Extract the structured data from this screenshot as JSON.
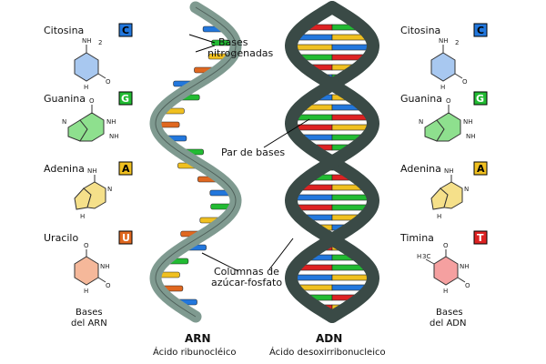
{
  "left_bases": [
    {
      "name": "Citosina",
      "letter": "C",
      "color": "#2277dd"
    },
    {
      "name": "Guanina",
      "letter": "G",
      "color": "#22bb33"
    },
    {
      "name": "Adenina",
      "letter": "A",
      "color": "#f0c020"
    },
    {
      "name": "Uracilo",
      "letter": "U",
      "color": "#e06820"
    }
  ],
  "right_bases": [
    {
      "name": "Citosina",
      "letter": "C",
      "color": "#2277dd"
    },
    {
      "name": "Guanina",
      "letter": "G",
      "color": "#22bb33"
    },
    {
      "name": "Adenina",
      "letter": "A",
      "color": "#f0c020"
    },
    {
      "name": "Timina",
      "letter": "T",
      "color": "#dd2222"
    }
  ],
  "annotations": {
    "bases_line1": "Bases",
    "bases_line2": "nitrogenadas",
    "par_de_bases": "Par de bases",
    "columnas_line1": "Columnas de",
    "columnas_line2": "azúcar-fosfato"
  },
  "footer": {
    "left_bases_line1": "Bases",
    "left_bases_line2": "del ARN",
    "right_bases_line1": "Bases",
    "right_bases_line2": "del ADN",
    "arn_title": "ARN",
    "arn_sub": "Ácido ribunocléico",
    "adn_title": "ADN",
    "adn_sub": "Ácido desoxirribonucleico"
  },
  "molecule_atoms": {
    "nh2": "NH",
    "two": "2",
    "n": "N",
    "h": "H",
    "o": "O",
    "nh": "NH",
    "ch3": "H",
    "c3": "3C"
  },
  "colors": {
    "rna_backbone": "#7f9a90",
    "dna_backbone": "#3a4a46",
    "cytosine_fill": "#a8c8f0",
    "guanine_fill": "#8ee08e",
    "adenine_fill": "#f5e08a",
    "uracil_fill": "#f5b89a",
    "thymine_fill": "#f5a0a0"
  }
}
